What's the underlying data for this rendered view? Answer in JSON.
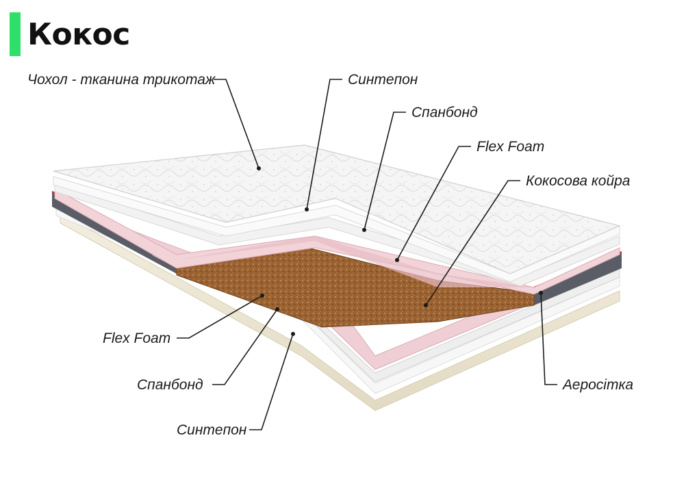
{
  "title": "Кокос",
  "colors": {
    "accent": "#2ee06a",
    "cover": "#f4f4f4",
    "foam": "#f1d3d8",
    "coir": "#9a6232",
    "border": "#5a5d66",
    "base": "#ece6d2"
  },
  "labels": {
    "cover": "Чохол - тканина трикотаж",
    "sintepon_top": "Синтепон",
    "spunbond_top": "Спанбонд",
    "flexfoam_top": "Flex Foam",
    "coir": "Кокосова койра",
    "flexfoam_bottom": "Flex Foam",
    "spunbond_bottom": "Спанбонд",
    "sintepon_bottom": "Синтепон",
    "aeromesh": "Аеросітка"
  }
}
